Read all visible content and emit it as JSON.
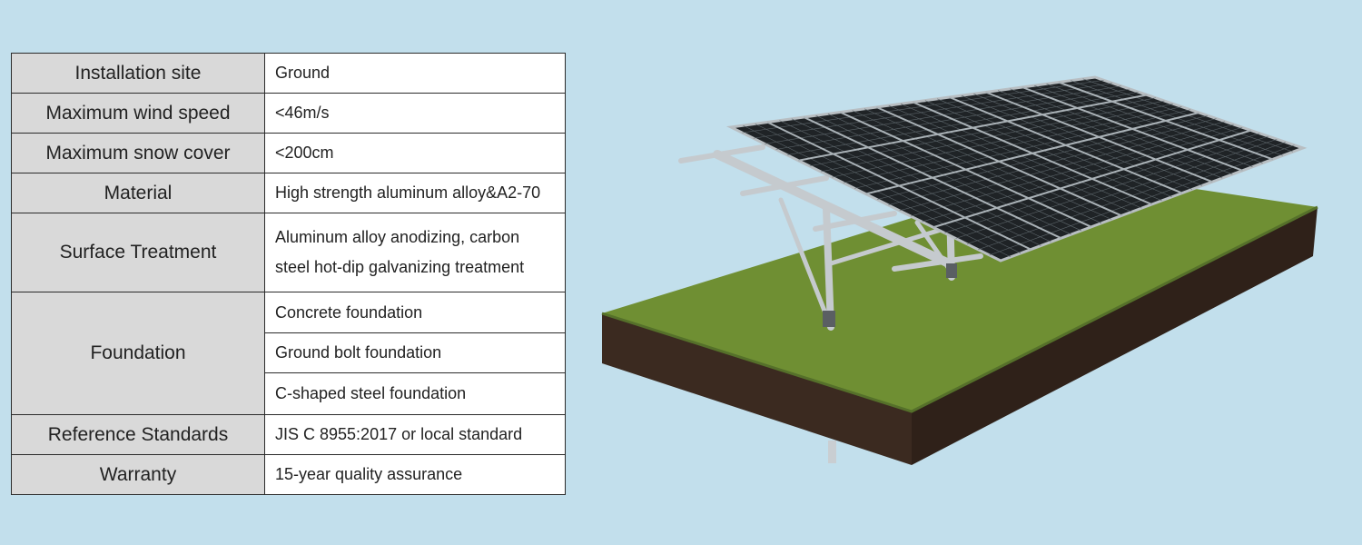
{
  "spec_table": {
    "rows": [
      {
        "key": "Installation site",
        "values": [
          "Ground"
        ]
      },
      {
        "key": "Maximum wind speed",
        "values": [
          "<46m/s"
        ]
      },
      {
        "key": "Maximum snow cover",
        "values": [
          "<200cm"
        ]
      },
      {
        "key": "Material",
        "values": [
          "High strength aluminum alloy&A2-70"
        ]
      },
      {
        "key": "Surface Treatment",
        "values": [
          "Aluminum alloy anodizing, carbon",
          "steel hot-dip galvanizing treatment"
        ]
      },
      {
        "key": "Foundation",
        "values": [
          "Concrete foundation",
          "Ground bolt foundation",
          "C-shaped steel foundation"
        ]
      },
      {
        "key": "Reference Standards",
        "values": [
          "JIS C 8955:2017 or local standard"
        ]
      },
      {
        "key": "Warranty",
        "values": [
          "15-year quality assurance"
        ]
      }
    ]
  },
  "illustration": {
    "subject": "ground-mounted solar panel array on aluminum support structure over grass and soil block",
    "colors": {
      "background": "#c2dfec",
      "panel": "#1f2326",
      "panel_grid": "#9aa3a8",
      "frame": "#c8ccd0",
      "grass": "#6f8f33",
      "soil": "#3b2a20"
    }
  }
}
